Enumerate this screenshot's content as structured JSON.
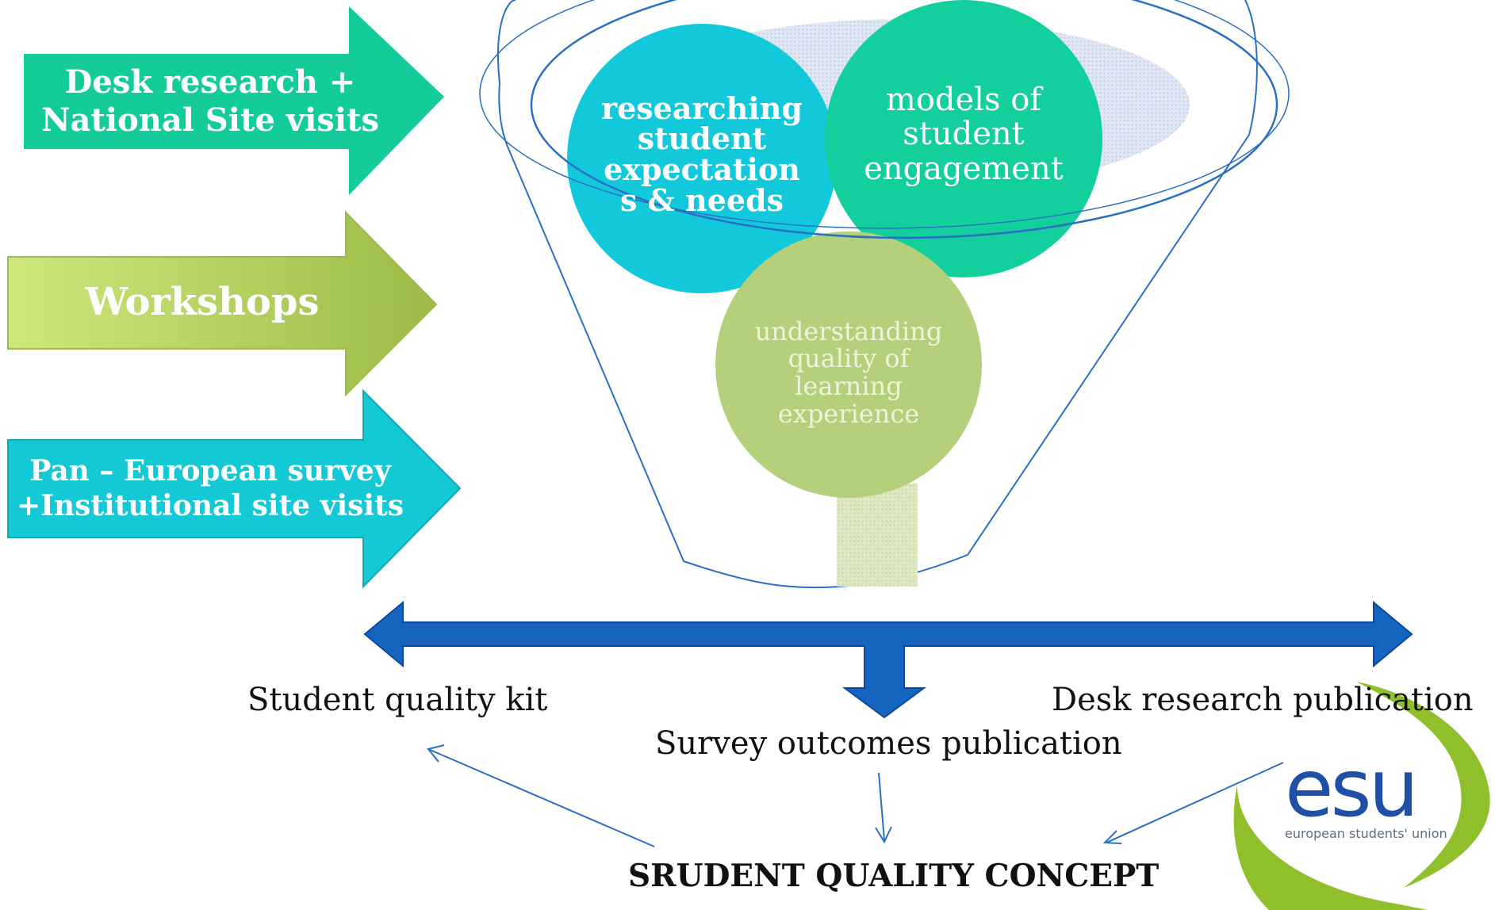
{
  "inputs": [
    {
      "label": "Desk  research + National Site visits",
      "color": "#14cc9a"
    },
    {
      "label": "Workshops",
      "color": "#a8c84a"
    },
    {
      "label": "Pan – European survey +Institutional site visits",
      "color": "#13c9d6"
    }
  ],
  "funnel": {
    "circles": [
      {
        "label": "researching student expectation s & needs",
        "color": "#12c9db"
      },
      {
        "label": "models of student engagement",
        "color": "#12cf9d"
      },
      {
        "label": "understanding quality of learning experience",
        "color": "#b4d07a"
      }
    ]
  },
  "outputs": {
    "left": "Student quality kit",
    "center": "Survey outcomes publication",
    "right": "Desk research publication"
  },
  "concept": "SRUDENT QUALITY CONCEPT",
  "logo": {
    "mark": "esu",
    "tagline": "european students' union"
  },
  "colors": {
    "bar": "#1565c0",
    "funnel_line": "#2a6fc4",
    "logo_green": "#8fbf2a"
  }
}
